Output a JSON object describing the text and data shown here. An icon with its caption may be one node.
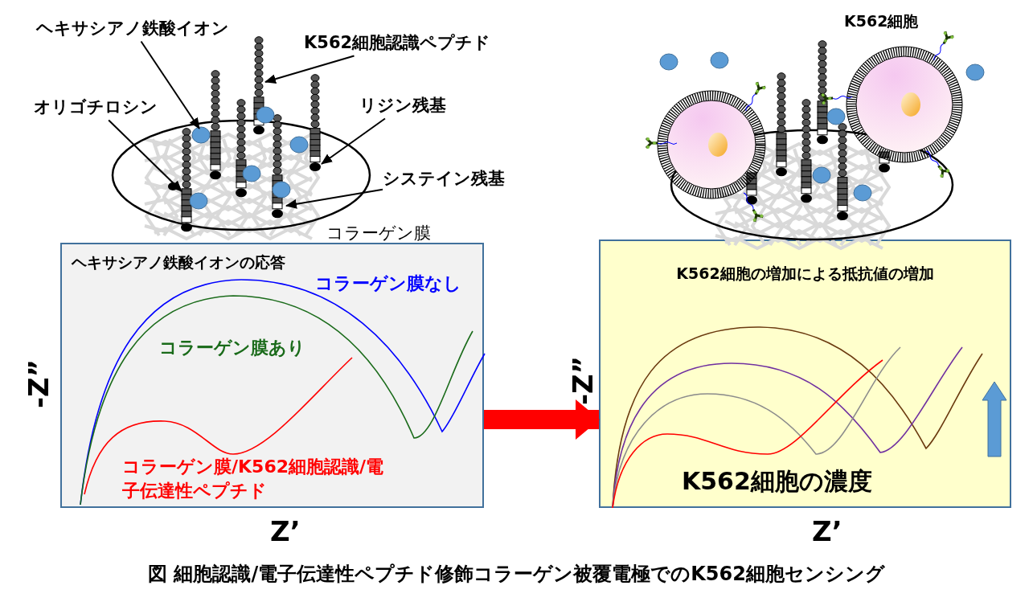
{
  "diagram": {
    "caption": "図 細胞認識/電子伝達性ペプチド修飾コラーゲン被覆電極でのK562細胞センシング",
    "nodes": [
      {
        "text": [
          "ヘキサシアノ鉄酸イオン"
        ]
      },
      {
        "text": [
          "K562細胞認識ペプチド"
        ]
      },
      {
        "text": [
          "オリゴチロシン"
        ]
      },
      {
        "text": [
          "リジン残基"
        ]
      },
      {
        "text": [
          "システイン残基"
        ]
      },
      {
        "text": [
          "ヘキサシアノ鉄酸イオンの応答"
        ],
        "beside": [
          "-Z”",
          "Z’"
        ]
      },
      {
        "text": [
          "K562細胞の増加による抵抗値の増加"
        ],
        "beside": [
          "-Z”",
          "Z’"
        ]
      }
    ],
    "edges": [
      {
        "from": 0,
        "to": null,
        "arrow": "to"
      },
      {
        "from": 1,
        "to": null,
        "arrow": "to"
      },
      {
        "from": 2,
        "to": null,
        "arrow": "to"
      },
      {
        "from": 3,
        "to": null,
        "arrow": "to"
      },
      {
        "from": 4,
        "to": null,
        "arrow": "to"
      },
      {
        "from": 5,
        "to": 6,
        "arrow": "to",
        "style": "thick",
        "color": "#ff0000"
      }
    ],
    "labels": [
      "K562細胞",
      "コラーゲン膜",
      "コラーゲン膜なし",
      "コラーゲン膜あり",
      "コラーゲン膜/K562細胞認識/電子伝達性ペプチド",
      "K562細胞の濃度"
    ]
  }
}
